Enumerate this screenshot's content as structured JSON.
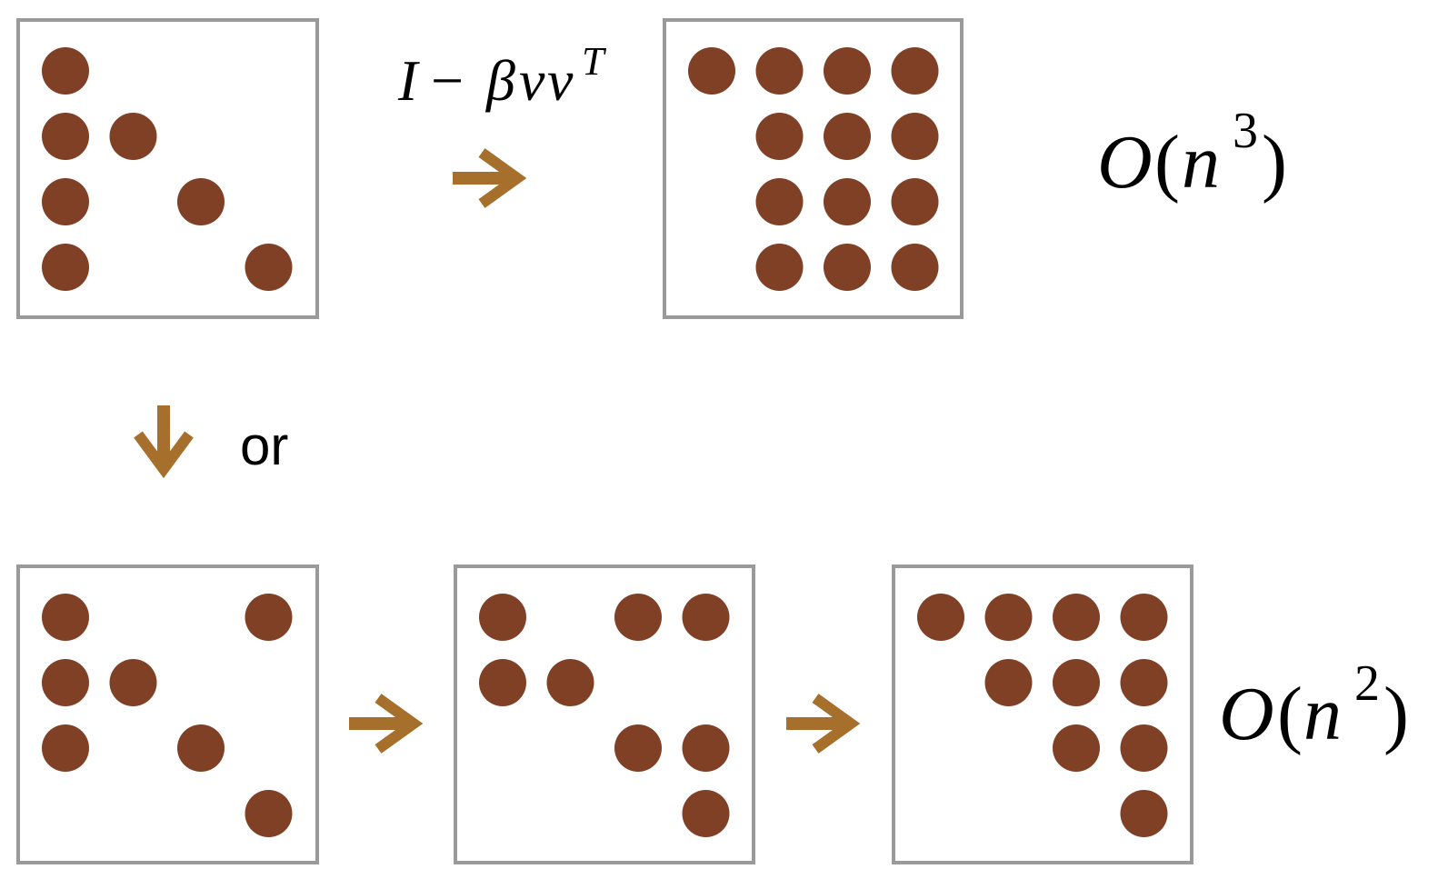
{
  "colors": {
    "dot": "#7f4026",
    "arrow": "#a66f2b",
    "box_border": "#9a9a9a",
    "text": "#000000"
  },
  "transform_label": {
    "identity": "I",
    "minus": "−",
    "beta": "β",
    "v": "v",
    "v2": "v",
    "transpose": "T"
  },
  "branch_word": "or",
  "complexity_full": {
    "O": "O",
    "open": "(",
    "n": "n",
    "exp": "3",
    "close": ")"
  },
  "complexity_sparse": {
    "O": "O",
    "open": "(",
    "n": "n",
    "exp": "2",
    "close": ")"
  },
  "icons": {
    "right_arrow": "arrow-right-icon",
    "down_arrow": "arrow-down-icon"
  },
  "matrices": {
    "input": [
      [
        1,
        0,
        0,
        0
      ],
      [
        1,
        1,
        0,
        0
      ],
      [
        1,
        0,
        1,
        0
      ],
      [
        1,
        0,
        0,
        1
      ]
    ],
    "full_result": [
      [
        1,
        1,
        1,
        1
      ],
      [
        0,
        1,
        1,
        1
      ],
      [
        0,
        1,
        1,
        1
      ],
      [
        0,
        1,
        1,
        1
      ]
    ],
    "step1": [
      [
        1,
        0,
        0,
        1
      ],
      [
        1,
        1,
        0,
        0
      ],
      [
        1,
        0,
        1,
        0
      ],
      [
        0,
        0,
        0,
        1
      ]
    ],
    "step2": [
      [
        1,
        0,
        1,
        1
      ],
      [
        1,
        1,
        0,
        0
      ],
      [
        0,
        0,
        1,
        1
      ],
      [
        0,
        0,
        0,
        1
      ]
    ],
    "step3": [
      [
        1,
        1,
        1,
        1
      ],
      [
        0,
        1,
        1,
        1
      ],
      [
        0,
        0,
        1,
        1
      ],
      [
        0,
        0,
        0,
        1
      ]
    ]
  }
}
